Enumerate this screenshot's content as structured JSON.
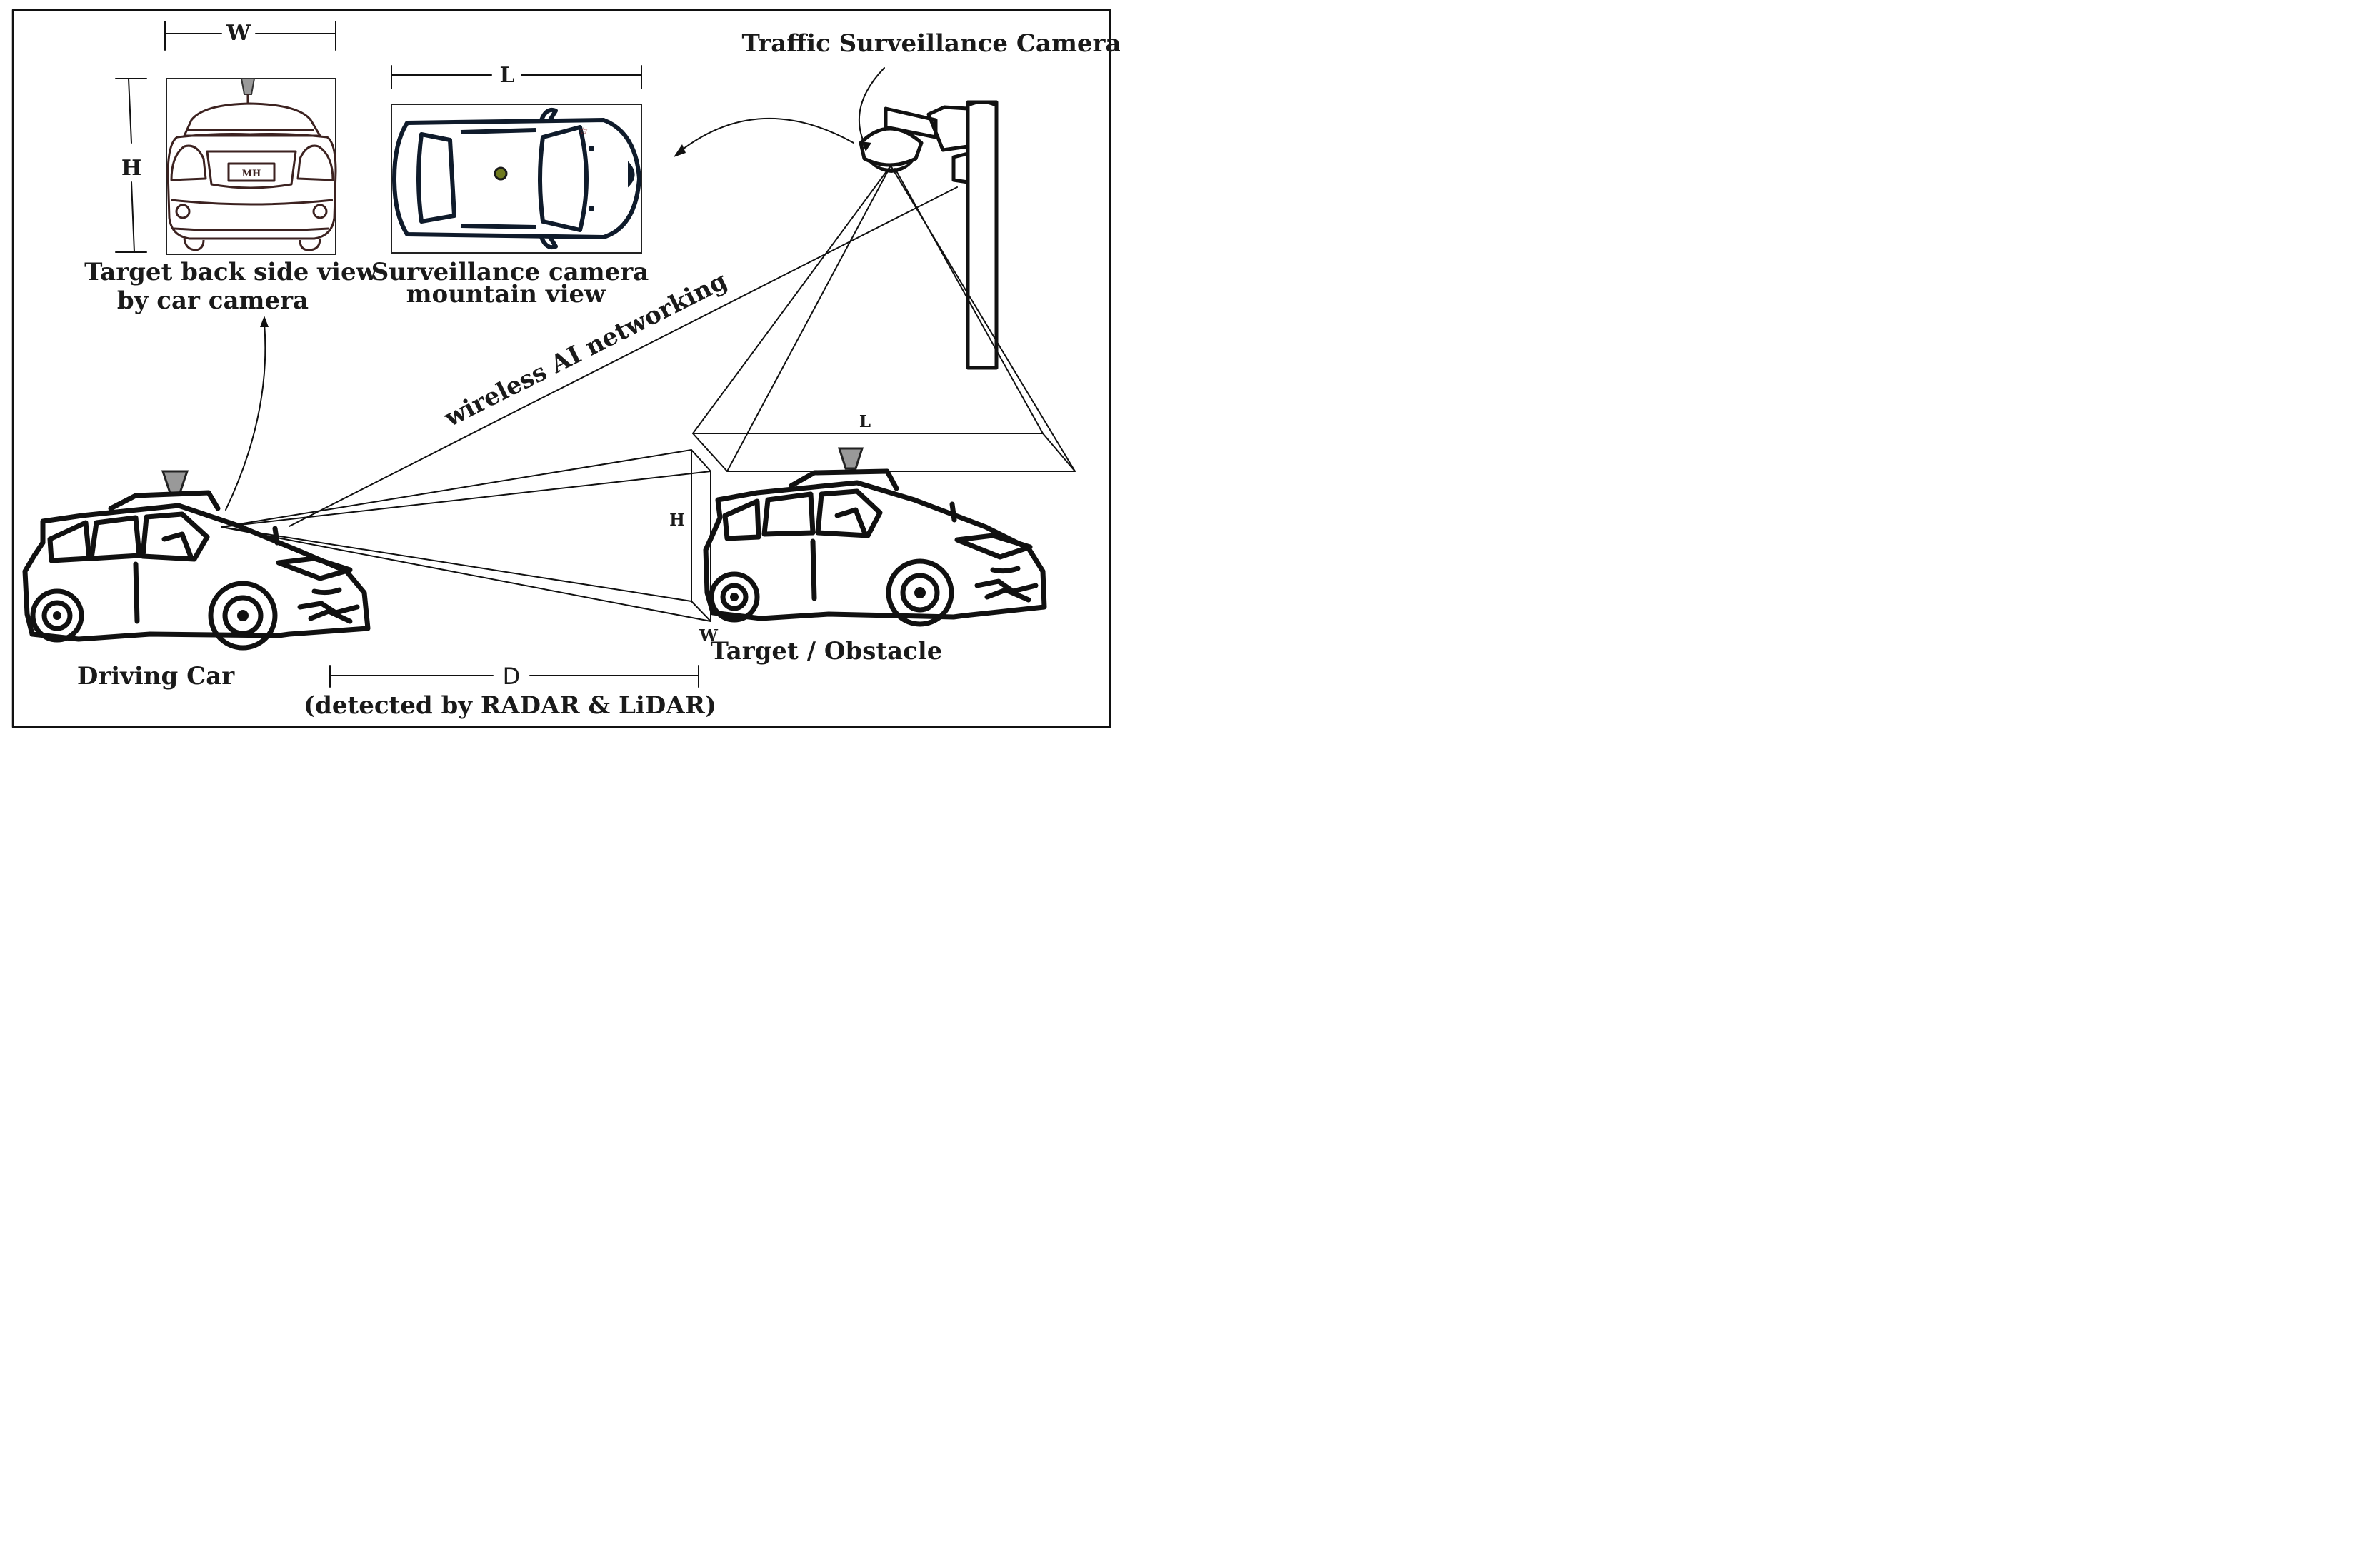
{
  "labels": {
    "traffic_camera": "Traffic Surveillance Camera",
    "back_view_line1": "Target back side view",
    "back_view_line2": "by car camera",
    "top_view_line1": "Surveillance camera",
    "top_view_line2": "mountain view",
    "wireless": "wireless AI networking",
    "driving_car": "Driving Car",
    "target": "Target / Obstacle",
    "distance": "D",
    "distance_note": "(detected by RADAR & LiDAR)"
  },
  "dimensions": {
    "back_width": "W",
    "back_height": "H",
    "top_length": "L",
    "field_length": "L",
    "field_height": "H",
    "field_width": "W"
  },
  "plate": "MH",
  "colors": {
    "line": "#111111",
    "back_view_outline": "#3c2220",
    "top_view_outline": "#0f1b2b",
    "sensor_dome": "#999999",
    "roof_dot": "#6f7a1f",
    "mirror_star": "#8a2a2a"
  }
}
